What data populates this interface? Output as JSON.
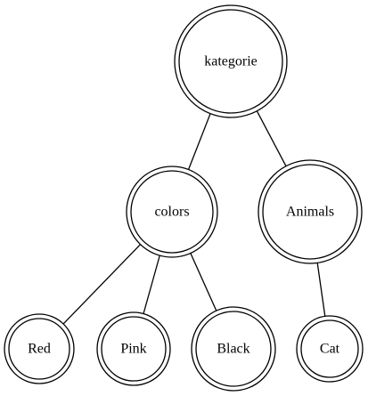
{
  "tree": {
    "nodes": [
      {
        "id": "kategorie",
        "label": "kategorie"
      },
      {
        "id": "colors",
        "label": "colors"
      },
      {
        "id": "animals",
        "label": "Animals"
      },
      {
        "id": "red",
        "label": "Red"
      },
      {
        "id": "pink",
        "label": "Pink"
      },
      {
        "id": "black",
        "label": "Black"
      },
      {
        "id": "cat",
        "label": "Cat"
      }
    ],
    "edges": [
      {
        "from": "kategorie",
        "to": "colors"
      },
      {
        "from": "kategorie",
        "to": "animals"
      },
      {
        "from": "colors",
        "to": "red"
      },
      {
        "from": "colors",
        "to": "pink"
      },
      {
        "from": "colors",
        "to": "black"
      },
      {
        "from": "animals",
        "to": "cat"
      }
    ]
  }
}
